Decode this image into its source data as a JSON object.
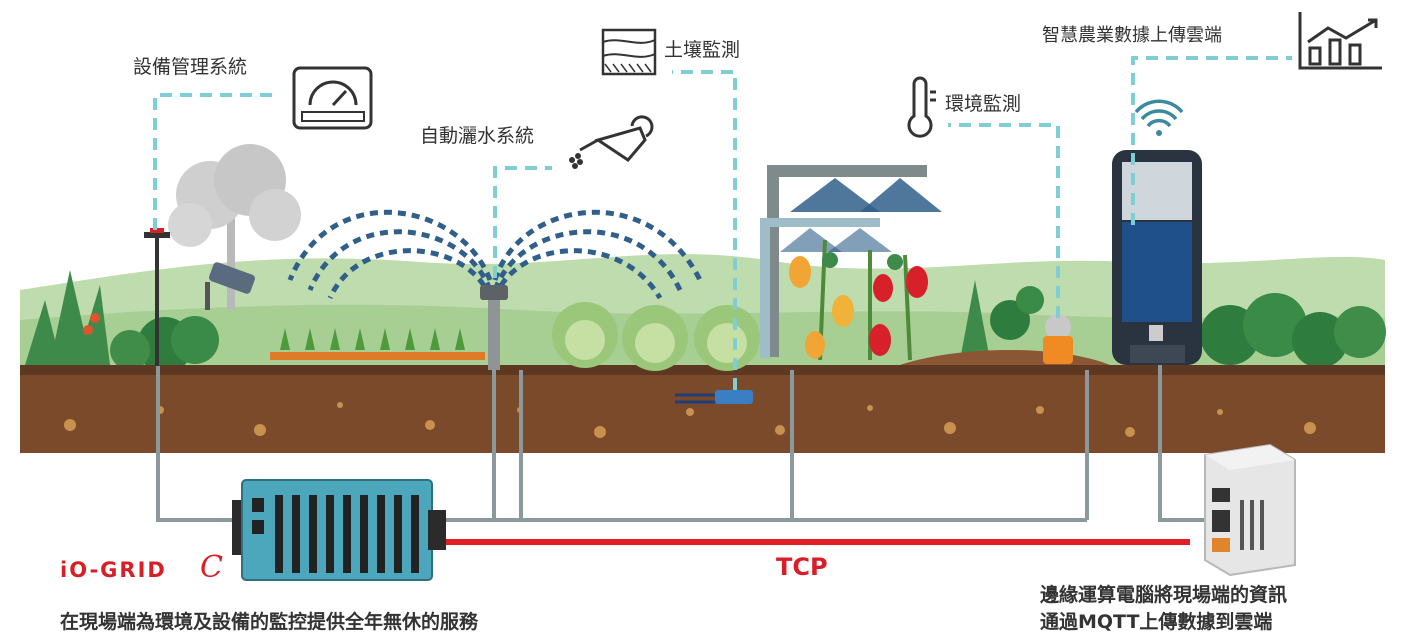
{
  "labels": {
    "device_mgmt": "設備管理系統",
    "irrigation": "自動灑水系統",
    "soil": "土壤監測",
    "environment": "環境監測",
    "cloud_upload": "智慧農業數據上傳雲端",
    "tcp": "TCP",
    "brand": "iO-GRID",
    "brand_mark": "C",
    "caption_left": "在現場端為環境及設備的監控提供全年無休的服務",
    "caption_right_line1": "邊緣運算電腦將現場端的資訊",
    "caption_right_line2": "通過MQTT上傳數據到雲端"
  },
  "icons": [
    "gauge-icon",
    "watering-can-icon",
    "soil-layers-icon",
    "thermometer-icon",
    "chart-icon",
    "wifi-icon"
  ],
  "colors": {
    "connector": "#7ecfd4",
    "wire": "#8a9a9c",
    "tcp_line": "#e31e24",
    "brand": "#d81e26",
    "soil": "#7a4a2a",
    "hill": "#bfdcae",
    "spray": "#2f5f8a"
  }
}
